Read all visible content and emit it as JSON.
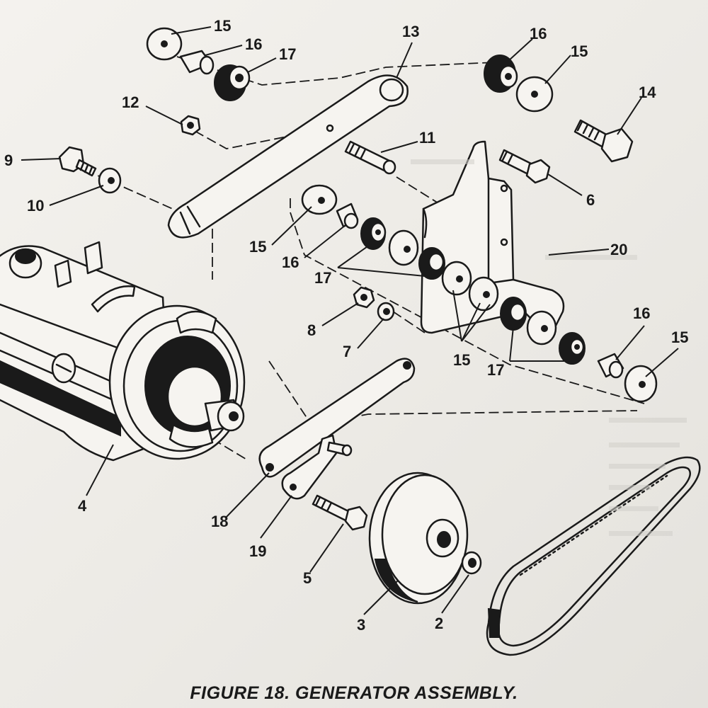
{
  "figure": {
    "caption": "FIGURE 18. GENERATOR ASSEMBLY."
  },
  "callouts": [
    {
      "id": "c15a",
      "number": "15"
    },
    {
      "id": "c16a",
      "number": "16"
    },
    {
      "id": "c17a",
      "number": "17"
    },
    {
      "id": "c13",
      "number": "13"
    },
    {
      "id": "c16b",
      "number": "16"
    },
    {
      "id": "c15b",
      "number": "15"
    },
    {
      "id": "c12",
      "number": "12"
    },
    {
      "id": "c14",
      "number": "14"
    },
    {
      "id": "c11",
      "number": "11"
    },
    {
      "id": "c9",
      "number": "9"
    },
    {
      "id": "c10",
      "number": "10"
    },
    {
      "id": "c6",
      "number": "6"
    },
    {
      "id": "c15c",
      "number": "15"
    },
    {
      "id": "c16c",
      "number": "16"
    },
    {
      "id": "c20",
      "number": "20"
    },
    {
      "id": "c17b",
      "number": "17"
    },
    {
      "id": "c8",
      "number": "8"
    },
    {
      "id": "c7",
      "number": "7"
    },
    {
      "id": "c16d",
      "number": "16"
    },
    {
      "id": "c15d",
      "number": "15"
    },
    {
      "id": "c15e",
      "number": "15"
    },
    {
      "id": "c17c",
      "number": "17"
    },
    {
      "id": "c4",
      "number": "4"
    },
    {
      "id": "c18",
      "number": "18"
    },
    {
      "id": "c19",
      "number": "19"
    },
    {
      "id": "c5",
      "number": "5"
    },
    {
      "id": "c3",
      "number": "3"
    },
    {
      "id": "c2",
      "number": "2"
    }
  ],
  "colors": {
    "ink": "#1a1a1a",
    "paper": "#efede8"
  }
}
